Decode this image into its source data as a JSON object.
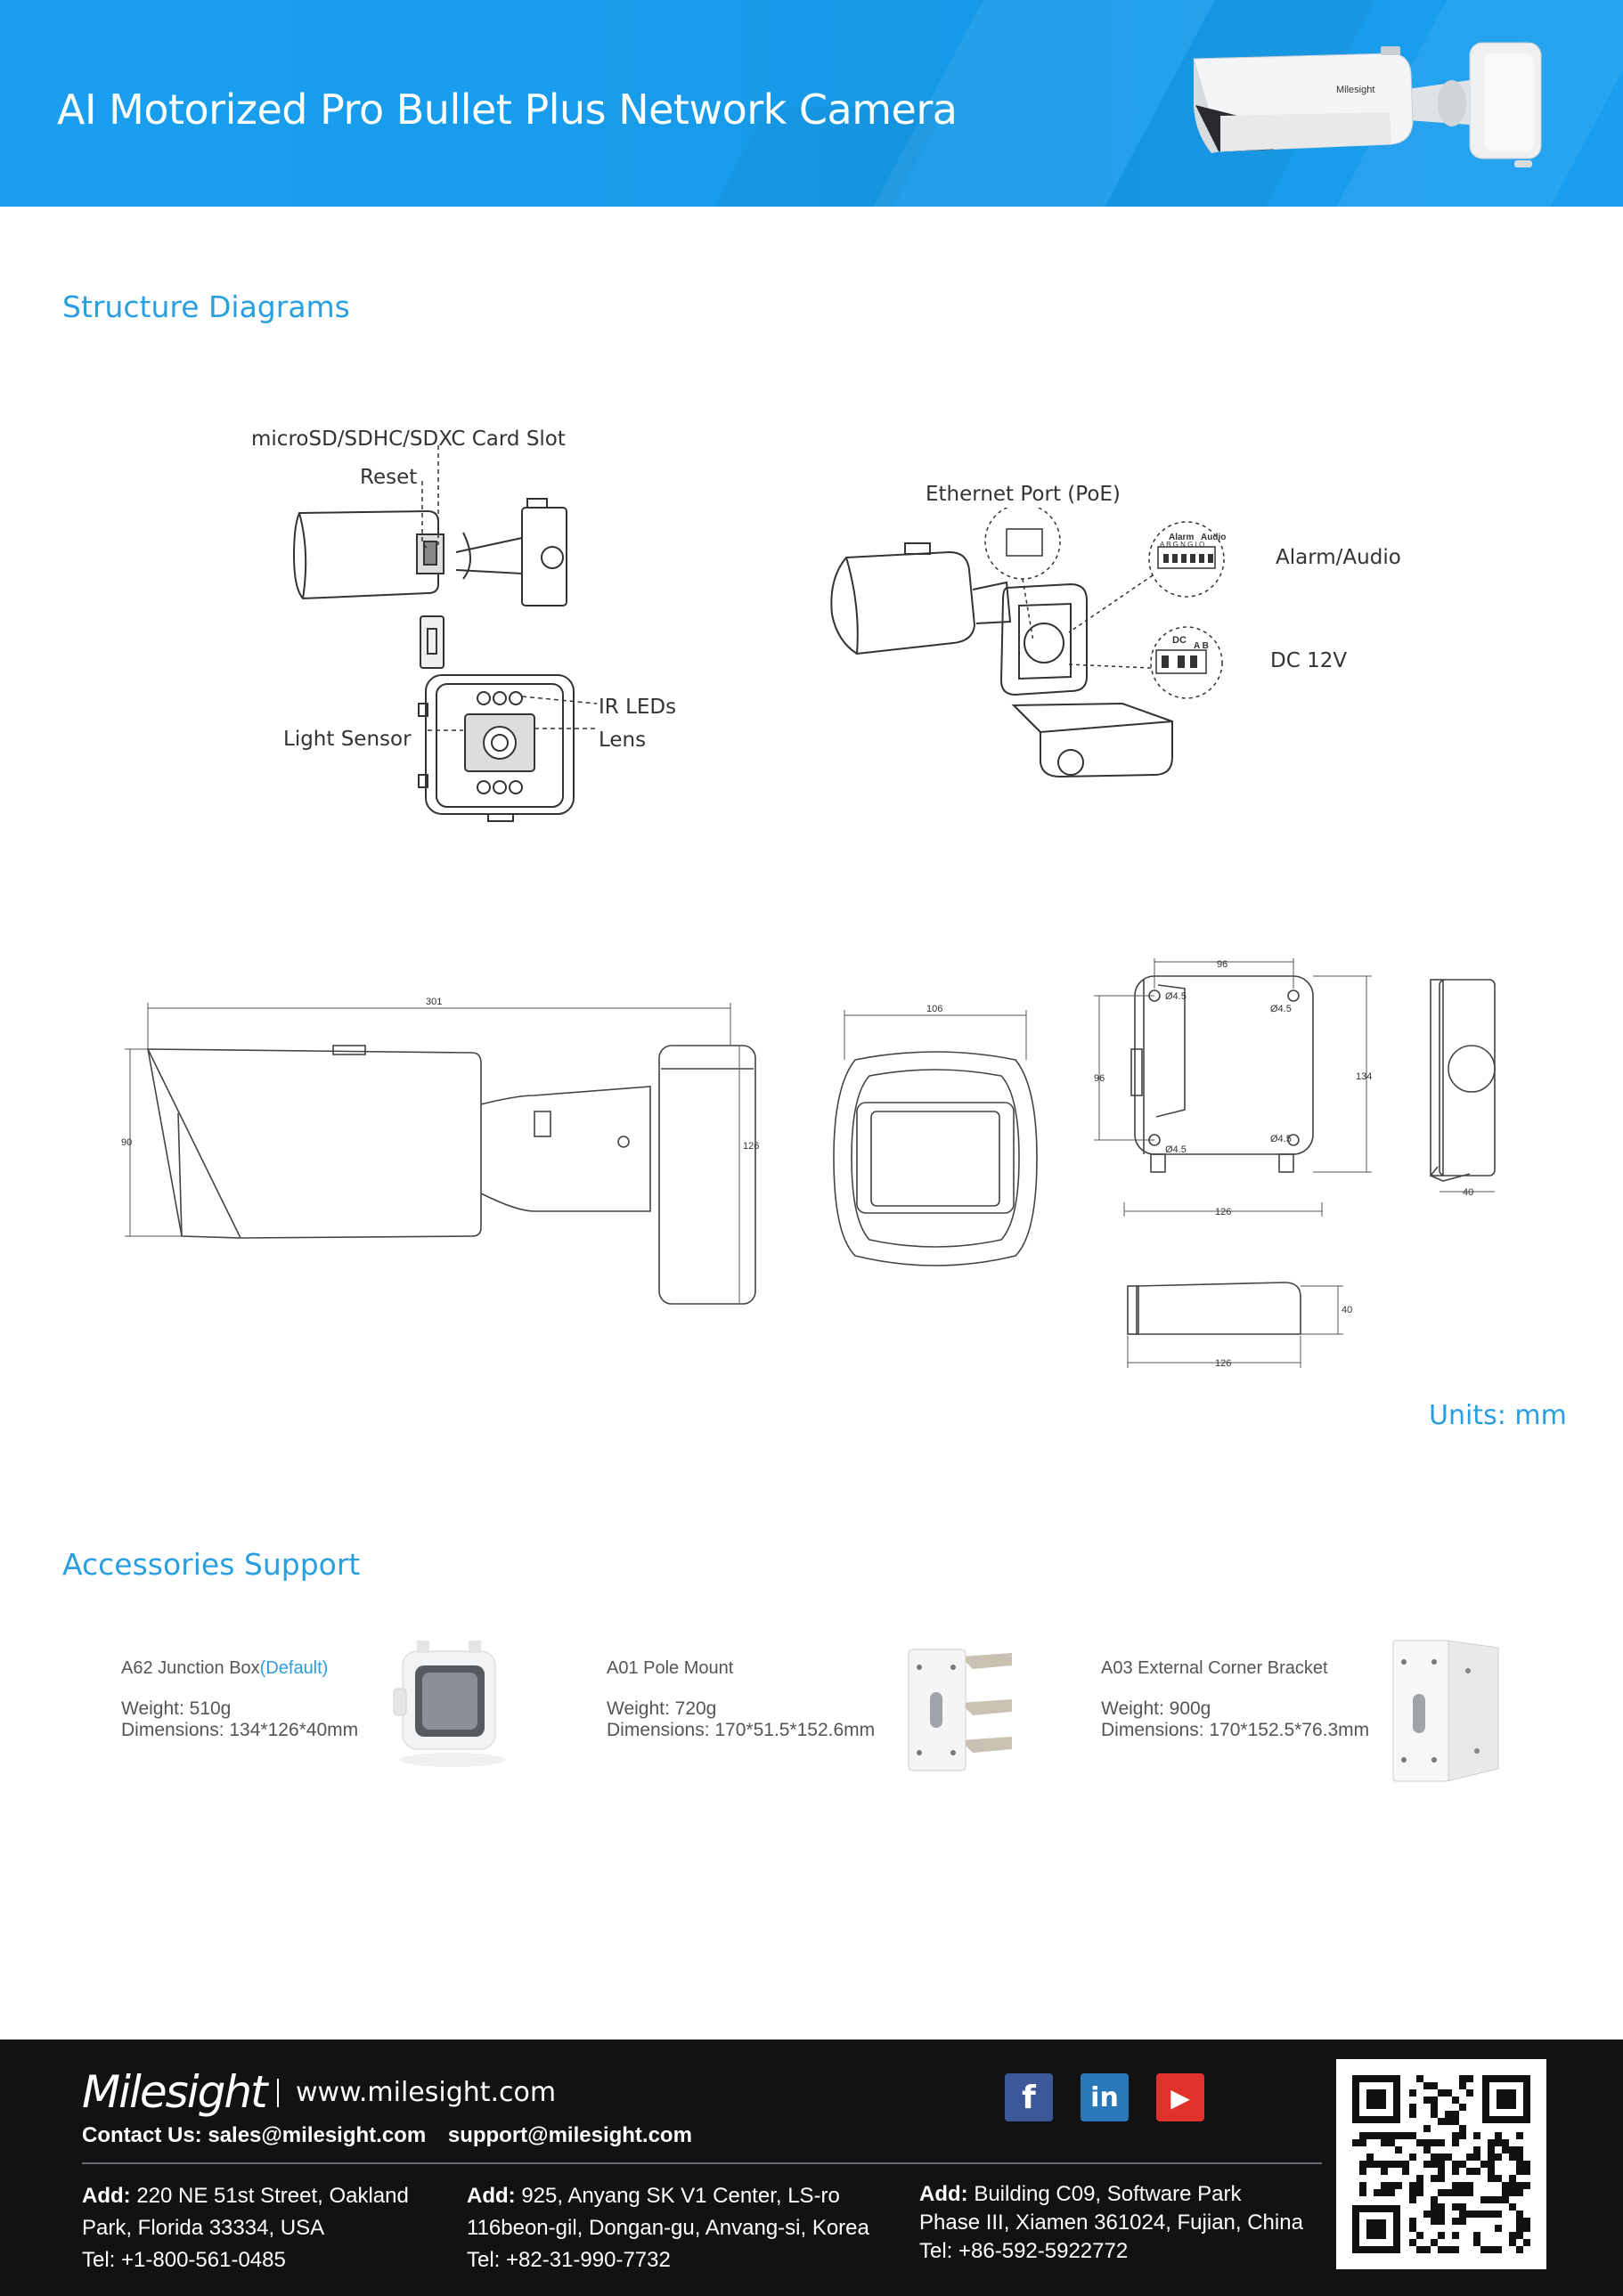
{
  "header": {
    "title": "AI Motorized Pro Bullet Plus Network Camera",
    "camera_brand": "Milesight"
  },
  "structure": {
    "heading": "Structure Diagrams",
    "labels": {
      "card_slot": "microSD/SDHC/SDXC Card Slot",
      "reset": "Reset",
      "ir_leds": "IR LEDs",
      "light_sensor": "Light Sensor",
      "lens": "Lens",
      "ethernet": "Ethernet Port (PoE)",
      "alarm_audio": "Alarm/Audio",
      "dc": "DC 12V",
      "terminal_alarm": "Alarm",
      "terminal_audio": "Audio",
      "terminal_pins": "A B G N G I O",
      "terminal_dc": "DC",
      "terminal_ab": "A B"
    },
    "dimensions": {
      "side_length": "301",
      "side_height": "90",
      "side_right": "126",
      "front_width": "106",
      "box_top": "96",
      "box_left": "96",
      "box_right": "134",
      "box_bottom": "126",
      "hole_tl": "Ø4.5",
      "hole_tr": "Ø4.5",
      "hole_bl": "Ø4.5",
      "hole_br": "Ø4.5",
      "side_box_bottom": "40",
      "low_box_bottom": "126",
      "low_box_right": "40"
    },
    "units": "Units: mm"
  },
  "accessories": {
    "heading": "Accessories Support",
    "items": [
      {
        "name": "A62 Junction Box",
        "tag": "(Default)",
        "weight": "Weight: 510g",
        "dimensions": "Dimensions: 134*126*40mm"
      },
      {
        "name": "A01 Pole Mount",
        "tag": "",
        "weight": "Weight: 720g",
        "dimensions": "Dimensions: 170*51.5*152.6mm"
      },
      {
        "name": "A03 External Corner Bracket",
        "tag": "",
        "weight": "Weight: 900g",
        "dimensions": "Dimensions: 170*152.5*76.3mm"
      }
    ]
  },
  "footer": {
    "brand": "Milesight",
    "website": "www.milesight.com",
    "contact_label": "Contact Us:",
    "contact_email_1": "sales@milesight.com",
    "contact_email_2": "support@milesight.com",
    "offices": [
      {
        "add_label": "Add:",
        "line1": "220 NE 51st Street, Oakland",
        "line2": "Park, Florida 33334, USA",
        "tel": "Tel: +1-800-561-0485"
      },
      {
        "add_label": "Add:",
        "line1": "925, Anyang SK V1 Center, LS-ro",
        "line2": "116beon-gil, Dongan-gu, Anvang-si, Korea",
        "tel": "Tel: +82-31-990-7732"
      },
      {
        "add_label": "Add:",
        "line1": "Building C09, Software Park",
        "line2": "Phase III, Xiamen 361024, Fujian, China",
        "tel": "Tel: +86-592-5922772"
      }
    ],
    "social": [
      {
        "name": "facebook",
        "glyph": "f",
        "color": "#3b5998"
      },
      {
        "name": "linkedin",
        "glyph": "in",
        "color": "#2a78b7"
      },
      {
        "name": "youtube",
        "glyph": "▶",
        "color": "#e0312b"
      }
    ]
  },
  "colors": {
    "header_blue": "#1a9ff0",
    "heading_blue": "#2a9fe0",
    "footer_bg": "#111214"
  }
}
